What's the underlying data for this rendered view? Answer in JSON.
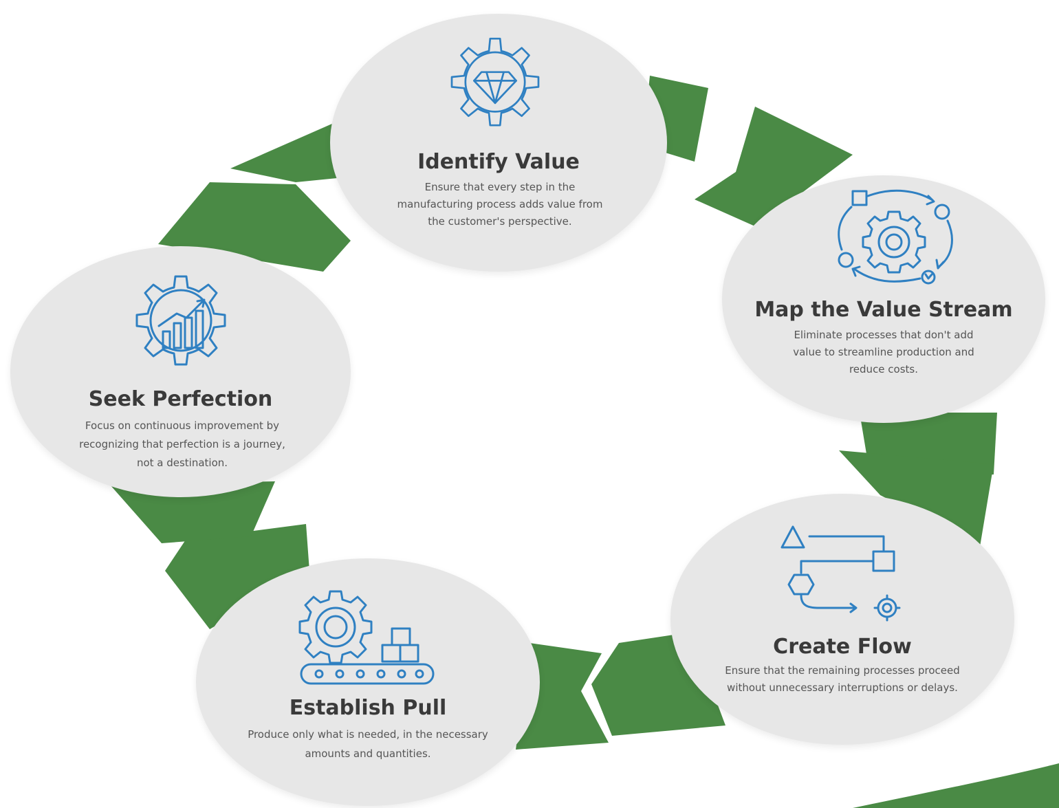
{
  "colors": {
    "arrow_green": "#4a8a45",
    "node_fill": "#e7e7e7",
    "icon_blue": "#2f80c2",
    "title_text": "#3a3a3a",
    "desc_text": "#555555"
  },
  "steps": [
    {
      "icon": "diamond-gear-icon",
      "title": "Identify Value",
      "description": "Ensure that every step in the manufacturing process adds value from the customer's perspective."
    },
    {
      "icon": "process-cycle-gear-icon",
      "title": "Map the Value Stream",
      "description": "Eliminate processes that don't add value to streamline production and reduce costs."
    },
    {
      "icon": "flow-shapes-icon",
      "title": "Create Flow",
      "description": "Ensure that the remaining processes proceed without unnecessary interruptions or delays."
    },
    {
      "icon": "gear-conveyor-icon",
      "title": "Establish Pull",
      "description": "Produce only what is needed, in the necessary amounts and quantities."
    },
    {
      "icon": "growth-chart-gear-icon",
      "title": "Seek Perfection",
      "description": "Focus on continuous improvement by recognizing that perfection is a journey, not a destination."
    }
  ]
}
